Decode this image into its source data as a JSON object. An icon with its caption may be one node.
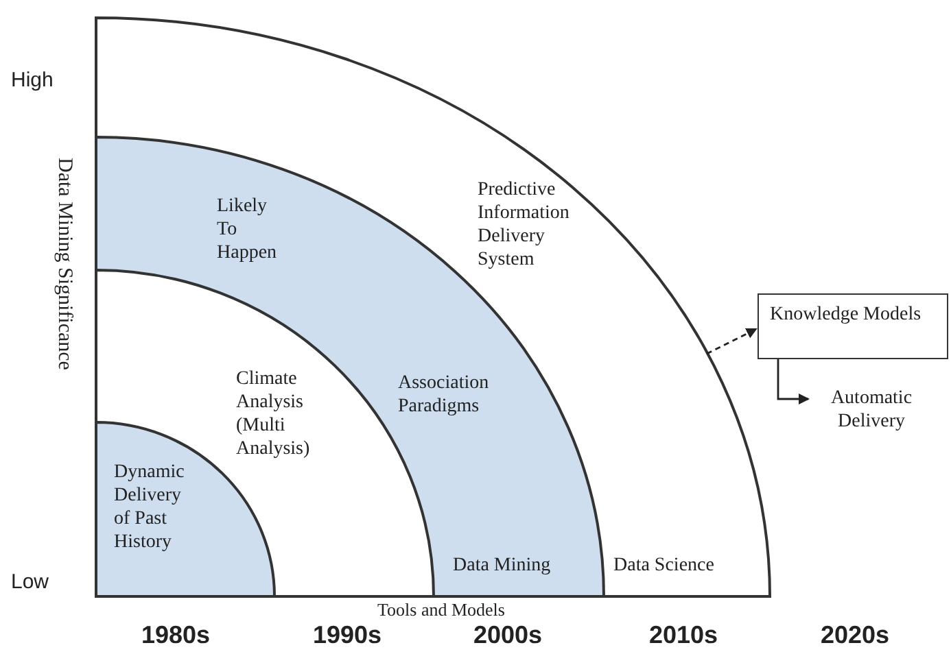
{
  "diagram": {
    "nodes": [
      {
        "text": [
          "Predictive Information Delivery System",
          "Data Science"
        ]
      },
      {
        "text": [
          "Likely To Happen",
          "Association Paradigms",
          "Data Mining"
        ],
        "in": 0
      },
      {
        "text": [
          "Climate Analysis (Multi Analysis)"
        ],
        "in": 1
      },
      {
        "text": [
          "Dynamic Delivery of Past History"
        ],
        "in": 2
      },
      {
        "text": [
          "Knowledge Models"
        ]
      },
      {
        "text": [
          "Automatic Delivery"
        ]
      }
    ],
    "edges": [
      {
        "from": 0,
        "to": 4,
        "arrow": "to",
        "style": "dashed"
      },
      {
        "from": 4,
        "to": 5,
        "arrow": "to"
      }
    ],
    "labels": [
      "High",
      "Data Mining Significance",
      "Low",
      "Tools and Models",
      "1980s",
      "1990s",
      "2000s",
      "2010s",
      "2020s"
    ]
  }
}
